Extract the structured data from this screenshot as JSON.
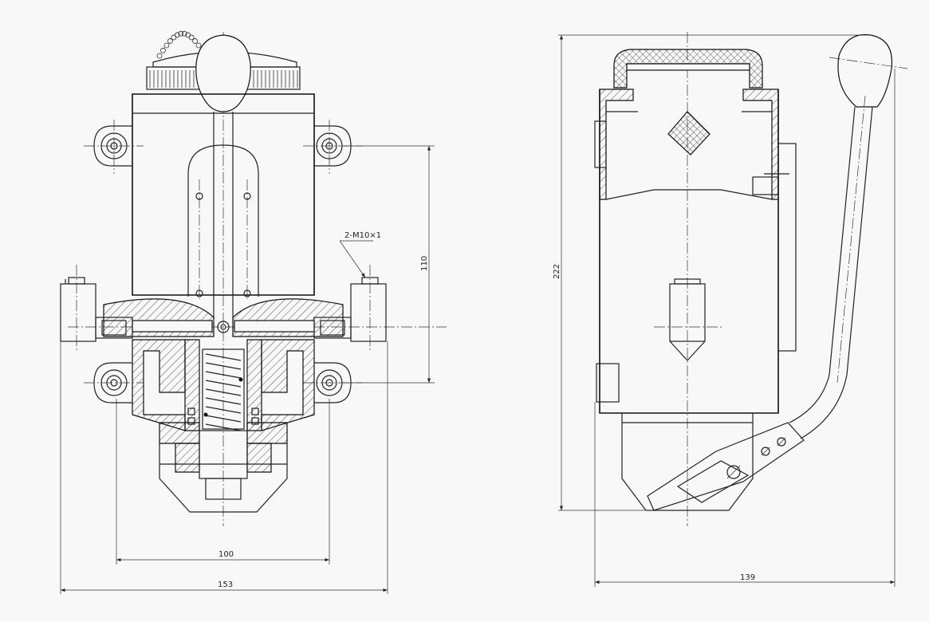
{
  "dimensions": {
    "left_overall_width": "153",
    "left_bolt_spacing": "100",
    "left_vertical_spacing": "110",
    "thread_callout": "2-M10×1",
    "right_overall_height": "222",
    "right_overall_width": "139"
  },
  "colors": {
    "line": "#222222",
    "background": "#f8f8f8"
  }
}
